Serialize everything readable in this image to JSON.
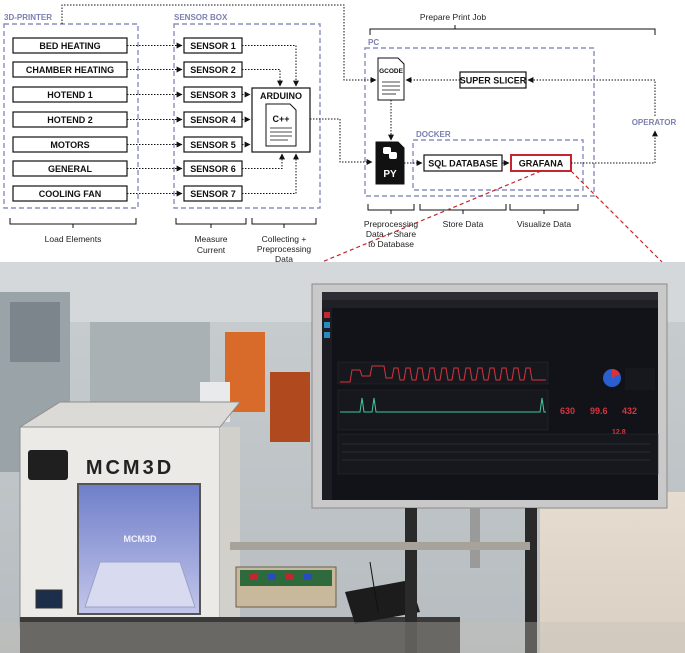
{
  "groups": {
    "printer": "3D-PRINTER",
    "sensor_box": "SENSOR BOX",
    "pc": "PC",
    "docker": "DOCKER"
  },
  "load_elements": [
    "BED HEATING",
    "CHAMBER HEATING",
    "HOTEND 1",
    "HOTEND 2",
    "MOTORS",
    "GENERAL",
    "COOLING FAN"
  ],
  "sensors": [
    "SENSOR 1",
    "SENSOR 2",
    "SENSOR 3",
    "SENSOR 4",
    "SENSOR 5",
    "SENSOR 6",
    "SENSOR 7"
  ],
  "arduino": {
    "title": "ARDUINO",
    "code_label": "C++"
  },
  "gcode": "GCODE",
  "py": "PY",
  "super_slicer": "SUPER SLICER",
  "sql_database": "SQL DATABASE",
  "grafana": "GRAFANA",
  "operator": "OPERATOR",
  "prepare_print_job": "Prepare Print Job",
  "captions": {
    "load_elements": "Load Elements",
    "measure_line1": "Measure",
    "measure_line2": "Current",
    "collect_line1": "Collecting +",
    "collect_line2": "Preprocessing",
    "collect_line3": "Data",
    "prep_line1": "Preprocessing",
    "prep_line2": "Data + Share",
    "prep_line3": "to Database",
    "store_data": "Store Data",
    "visualize_data": "Visualize Data"
  },
  "photo": {
    "printer_brand": "MCM3D",
    "printer_window_label": "MCM3D",
    "stats": [
      "630",
      "99.6",
      "432",
      "12.8"
    ],
    "colors": {
      "accent": "#c0282d",
      "dash_border": "#8a8fbf",
      "dashboard_bg": "#111318"
    }
  }
}
